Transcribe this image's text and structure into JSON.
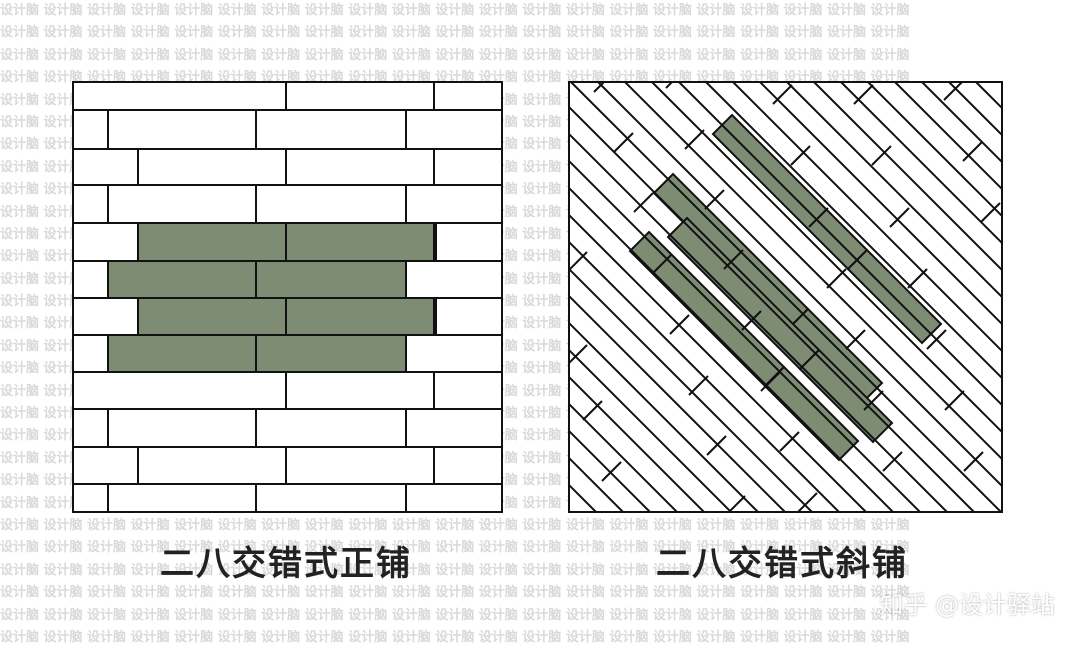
{
  "watermark": {
    "text": "设计脑"
  },
  "diagrams": {
    "left": {
      "caption": "二八交错式正铺"
    },
    "right": {
      "caption": "二八交错式斜铺"
    }
  },
  "credit": {
    "text": "知乎 @设计驿站"
  },
  "colors": {
    "highlight_tile": "#7d8c73",
    "tile_fill": "#ffffff",
    "line": "#111111",
    "watermark": "#d9d9d9"
  }
}
